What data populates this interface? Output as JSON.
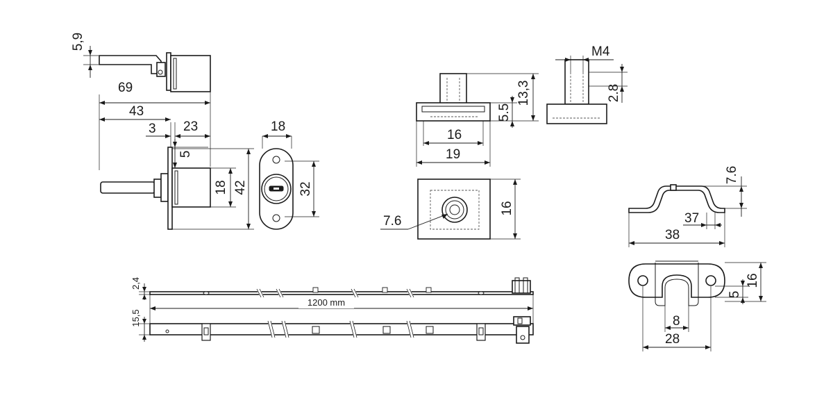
{
  "dimensions": {
    "lock_side": {
      "d_5_9": "5,9",
      "d_69": "69",
      "d_43": "43",
      "d_3": "3",
      "d_23": "23",
      "d_5": "5",
      "d_18": "18",
      "d_42": "42"
    },
    "lock_front": {
      "d_18": "18",
      "d_32": "32"
    },
    "strike_block": {
      "d_13_3": "13,3",
      "d_5_5": "5.5",
      "d_16": "16",
      "d_19": "19"
    },
    "strike_top": {
      "d_7_6": "7.6",
      "d_16": "16"
    },
    "post": {
      "d_m4": "M4",
      "d_2_8": "2.8"
    },
    "bracket_side": {
      "d_7_6": "7.6",
      "d_37": "37",
      "d_38": "38"
    },
    "bracket_top": {
      "d_16": "16",
      "d_5": "5",
      "d_8": "8",
      "d_28": "28"
    },
    "rod": {
      "d_2_4": "2,4",
      "length": "1200 mm",
      "d_15_5": "15,5"
    }
  }
}
